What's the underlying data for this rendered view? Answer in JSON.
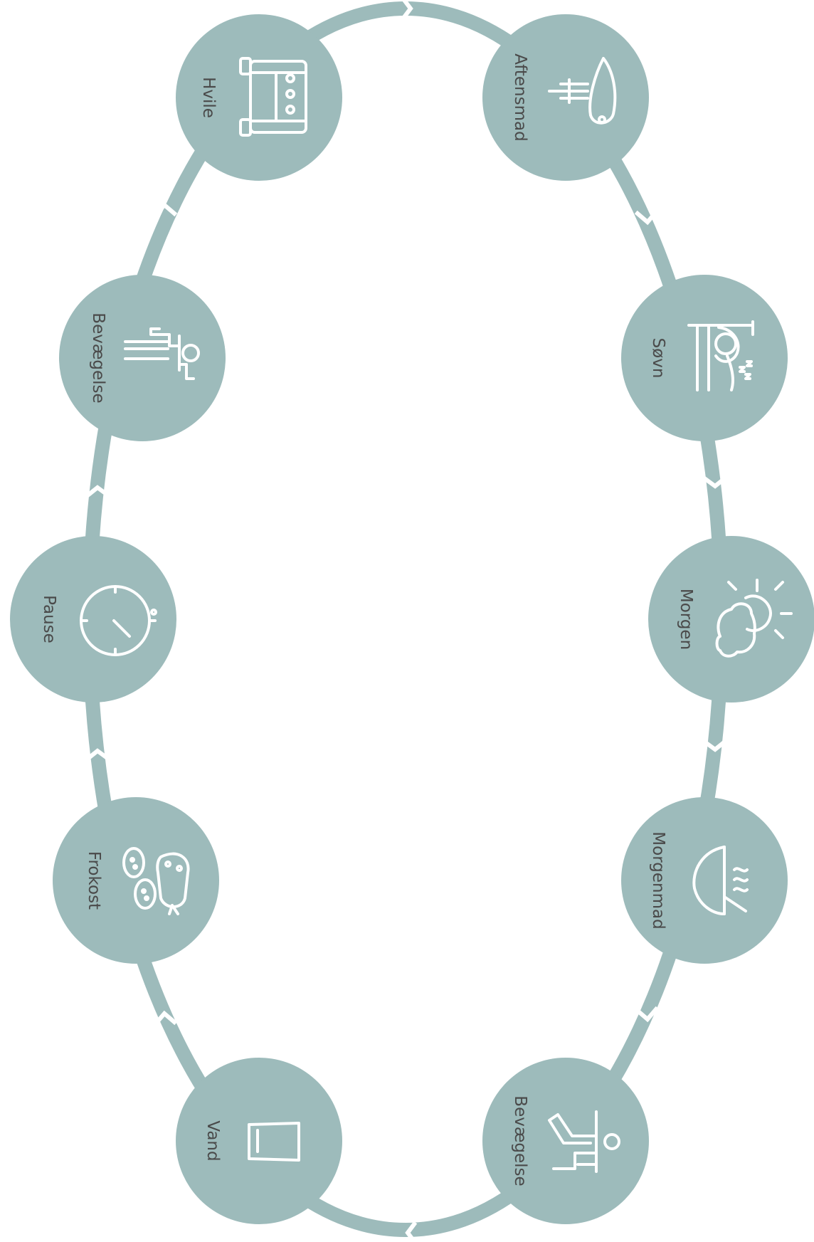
{
  "colors": {
    "ring": "#9dbbbb",
    "node": "#9dbbbb",
    "icon": "#ffffff",
    "label": "#4a4a4a",
    "background": "#ffffff"
  },
  "nodes": [
    {
      "label": "Aftensmad",
      "icon": "fork-and-sausage-icon"
    },
    {
      "label": "Søvn",
      "icon": "sleeping-in-bed-icon"
    },
    {
      "label": "Morgen",
      "icon": "sun-and-cloud-icon"
    },
    {
      "label": "Morgenmad",
      "icon": "steaming-bowl-icon"
    },
    {
      "label": "Bevægelse",
      "icon": "exercising-person-icon"
    },
    {
      "label": "Vand",
      "icon": "water-glass-icon"
    },
    {
      "label": "Frokost",
      "icon": "sausage-and-slices-icon"
    },
    {
      "label": "Pause",
      "icon": "stopwatch-icon"
    },
    {
      "label": "Bevægelse",
      "icon": "stretching-person-icon"
    },
    {
      "label": "Hvile",
      "icon": "sofa-icon"
    }
  ]
}
